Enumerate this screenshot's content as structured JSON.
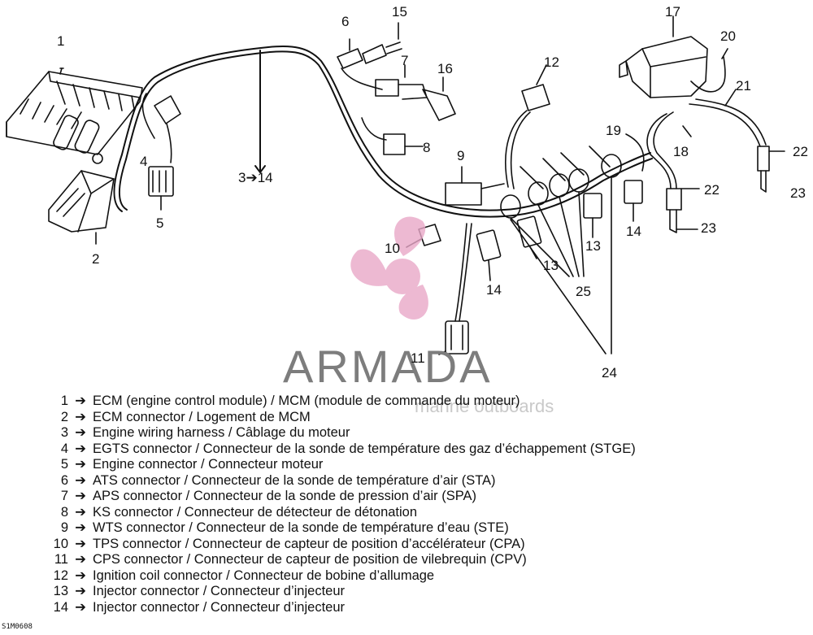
{
  "brand": {
    "logo_text": "ARMADA",
    "logo_subtext": "marine outboards",
    "logo_color": "#7d7d7d",
    "propeller_color": "#e9a8c8",
    "icon": "propeller-icon"
  },
  "diagram": {
    "callouts": {
      "c1": "1",
      "c2": "2",
      "c3": "3➔14",
      "c4": "4",
      "c5": "5",
      "c6": "6",
      "c7": "7",
      "c8": "8",
      "c9": "9",
      "c10": "10",
      "c11": "11",
      "c12": "12",
      "c13a": "13",
      "c13b": "13",
      "c14a": "14",
      "c14b": "14",
      "c15": "15",
      "c16": "16",
      "c17": "17",
      "c18": "18",
      "c19": "19",
      "c20": "20",
      "c21": "21",
      "c22a": "22",
      "c22b": "22",
      "c23a": "23",
      "c23b": "23",
      "c24": "24",
      "c25": "25"
    }
  },
  "legend": {
    "arrow": "➔",
    "items": [
      {
        "num": "1",
        "text": "ECM (engine control module) / MCM (module de commande du moteur)"
      },
      {
        "num": "2",
        "text": "ECM connector / Logement de MCM"
      },
      {
        "num": "3",
        "text": "Engine wiring harness / Câblage du moteur"
      },
      {
        "num": "4",
        "text": "EGTS connector / Connecteur de la sonde de température des gaz d’échappement (STGE)"
      },
      {
        "num": "5",
        "text": "Engine connector / Connecteur moteur"
      },
      {
        "num": "6",
        "text": "ATS connector / Connecteur de la sonde de température d’air (STA)"
      },
      {
        "num": "7",
        "text": "APS connector / Connecteur de la sonde de pression d’air (SPA)"
      },
      {
        "num": "8",
        "text": "KS connector / Connecteur de détecteur de détonation"
      },
      {
        "num": "9",
        "text": "WTS connector / Connecteur de la sonde de température d’eau (STE)"
      },
      {
        "num": "10",
        "text": "TPS connector / Connecteur de capteur de position d’accélérateur (CPA)"
      },
      {
        "num": "11",
        "text": "CPS connector / Connecteur  de capteur de position de vilebrequin (CPV)"
      },
      {
        "num": "12",
        "text": "Ignition coil connector / Connecteur de bobine d’allumage"
      },
      {
        "num": "13",
        "text": "Injector connector / Connecteur d’injecteur"
      },
      {
        "num": "14",
        "text": "Injector connector / Connecteur d’injecteur"
      }
    ]
  },
  "footer": {
    "ref_code": "S1M0608"
  }
}
